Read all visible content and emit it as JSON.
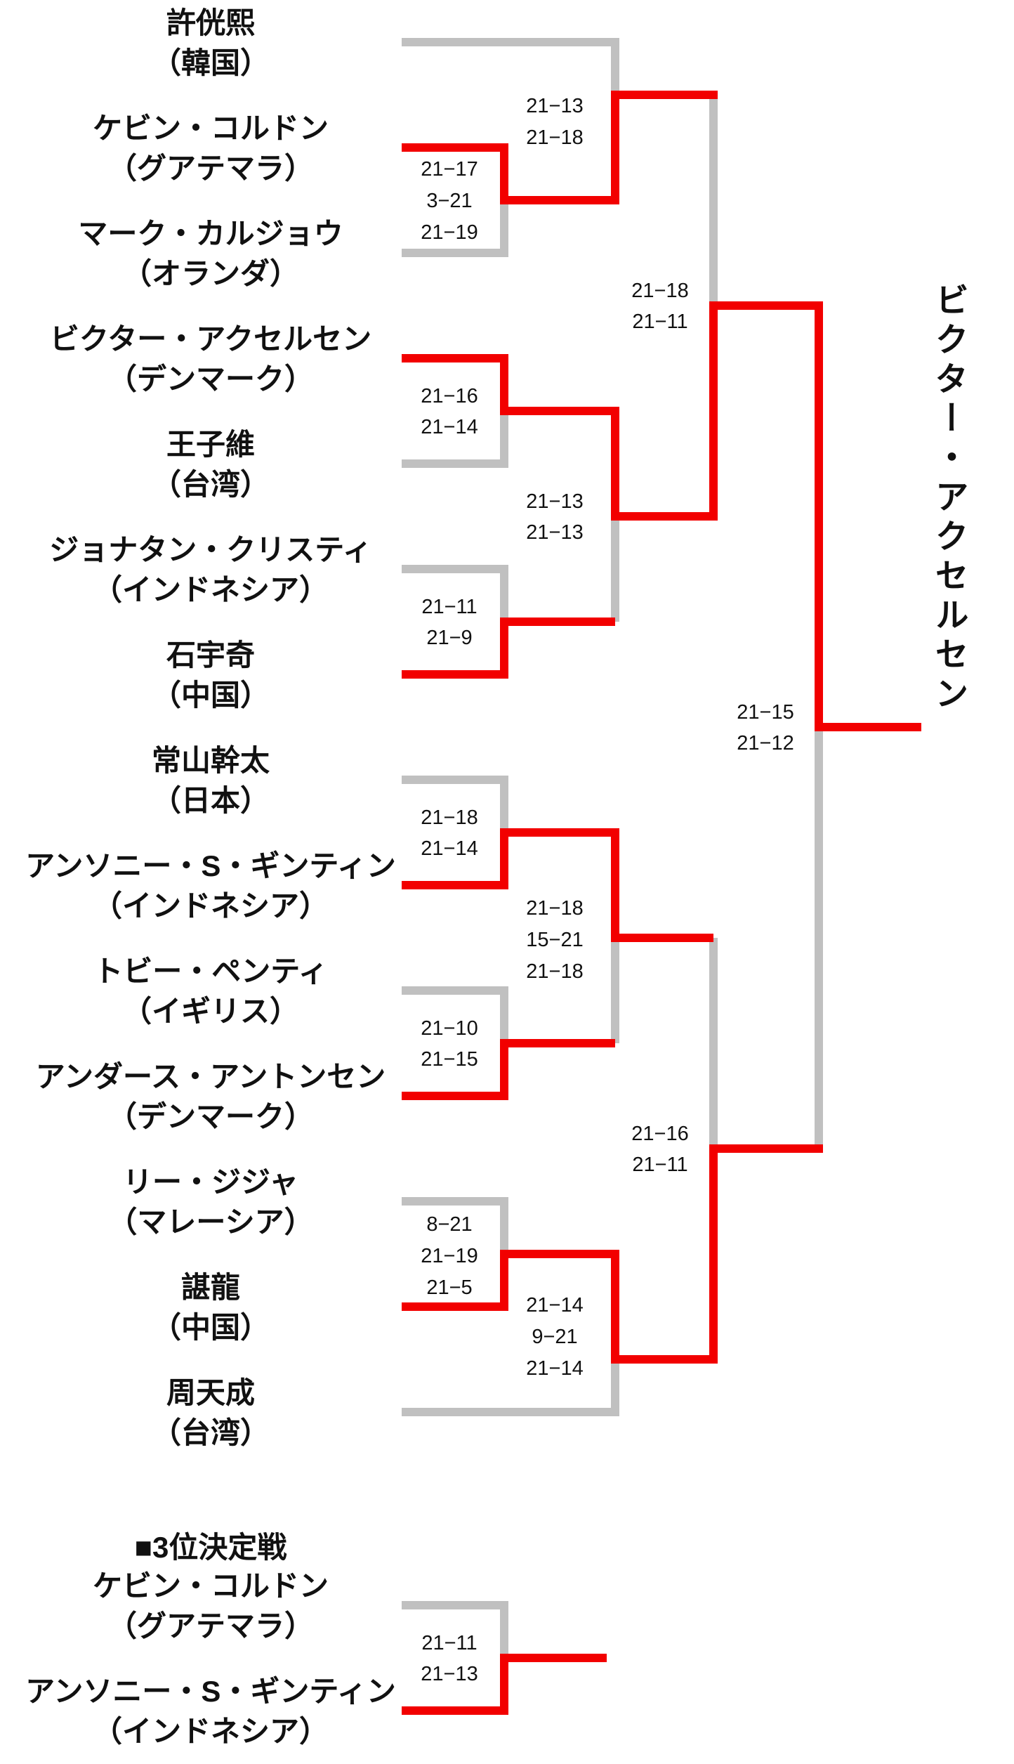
{
  "colors": {
    "win": "#f20000",
    "lose": "#c0c0c0",
    "text": "#111111"
  },
  "players": [
    {
      "name": "許侊熙",
      "country": "（韓国）"
    },
    {
      "name": "ケビン・コルドン",
      "country": "（グアテマラ）"
    },
    {
      "name": "マーク・カルジョウ",
      "country": "（オランダ）"
    },
    {
      "name": "ビクター・アクセルセン",
      "country": "（デンマーク）"
    },
    {
      "name": "王子維",
      "country": "（台湾）"
    },
    {
      "name": "ジョナタン・クリスティ",
      "country": "（インドネシア）"
    },
    {
      "name": "石宇奇",
      "country": "（中国）"
    },
    {
      "name": "常山幹太",
      "country": "（日本）"
    },
    {
      "name": "アンソニー・S・ギンティン",
      "country": "（インドネシア）"
    },
    {
      "name": "トビー・ペンティ",
      "country": "（イギリス）"
    },
    {
      "name": "アンダース・アントンセン",
      "country": "（デンマーク）"
    },
    {
      "name": "リー・ジジャ",
      "country": "（マレーシア）"
    },
    {
      "name": "諶龍",
      "country": "（中国）"
    },
    {
      "name": "周天成",
      "country": "（台湾）"
    }
  ],
  "scores": {
    "r1_m1": [
      "21−17",
      "3−21",
      "21−19"
    ],
    "r1_m2": [
      "21−16",
      "21−14"
    ],
    "r1_m3": [
      "21−11",
      "21−9"
    ],
    "r1_m4": [
      "21−18",
      "21−14"
    ],
    "r1_m5": [
      "21−10",
      "21−15"
    ],
    "r1_m6": [
      "8−21",
      "21−19",
      "21−5"
    ],
    "qf_top": [
      "21−13",
      "21−18"
    ],
    "qf_2": [
      "21−13",
      "21−13"
    ],
    "qf_3": [
      "21−18",
      "15−21",
      "21−18"
    ],
    "qf_bottom": [
      "21−14",
      "9−21",
      "21−14"
    ],
    "sf_top": [
      "21−18",
      "21−11"
    ],
    "sf_bottom": [
      "21−16",
      "21−11"
    ],
    "final": [
      "21−15",
      "21−12"
    ]
  },
  "champion": "ビクター・アクセルセン",
  "third_place": {
    "heading": "■3位決定戦",
    "players": [
      {
        "name": "ケビン・コルドン",
        "country": "（グアテマラ）"
      },
      {
        "name": "アンソニー・S・ギンティン",
        "country": "（インドネシア）"
      }
    ],
    "score": [
      "21−11",
      "21−13"
    ]
  }
}
